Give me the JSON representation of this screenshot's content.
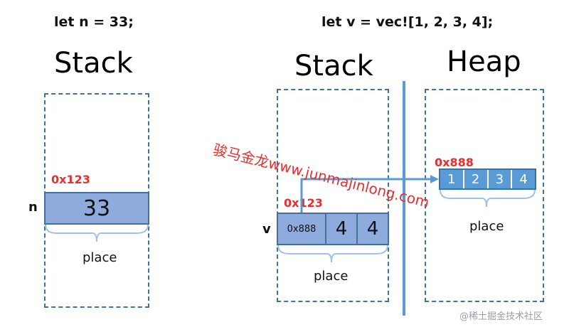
{
  "left": {
    "code": "let n = 33;",
    "stack_title": "Stack",
    "address": "0x123",
    "var_name": "n",
    "value": "33",
    "place_label": "place"
  },
  "right": {
    "code": "let v = vec![1, 2, 3, 4];",
    "stack_title": "Stack",
    "heap_title": "Heap",
    "stack_address": "0x123",
    "heap_address": "0x888",
    "var_name": "v",
    "stack_cells": [
      "0x888",
      "4",
      "4"
    ],
    "heap_cells": [
      "1",
      "2",
      "3",
      "4"
    ],
    "stack_place_label": "place",
    "heap_place_label": "place"
  },
  "watermark": "骏马金龙www.junmajinlong.com",
  "corner_credit": "@稀土掘金技术社区",
  "colors": {
    "cell_fill": "#8faadc",
    "heap_cell_fill": "#5b9bd5",
    "border": "#41719c",
    "address_red": "#e53030",
    "divider": "#5b9bd5"
  }
}
